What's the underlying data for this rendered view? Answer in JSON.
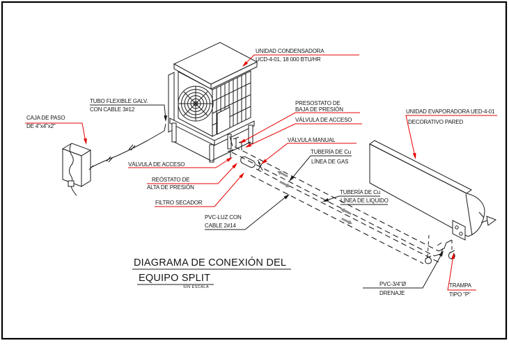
{
  "diagram": {
    "title": {
      "line1": "DIAGRAMA DE CONEXIÓN DEL",
      "line2": "EQUIPO SPLIT",
      "scale_note": "SIN ESCALA"
    },
    "labels": {
      "caja_de_paso": {
        "lines": [
          "CAJA DE PASO",
          "DE 4\"x4\"x2\""
        ]
      },
      "tubo_flexible": {
        "lines": [
          "TUBO FLEXIBLE GALV.",
          "CON CABLE 3#12"
        ]
      },
      "unidad_condensadora": {
        "lines": [
          "UNIDAD CONDENSADORA",
          "UCD-4-01, 18 000 BTU/HR"
        ]
      },
      "presostato": {
        "lines": [
          "PRESOSTATO DE",
          "BAJA DE PRESIÓN"
        ]
      },
      "valvula_acceso_derecha": {
        "lines": [
          "VÁLVULA DE ACCESO"
        ]
      },
      "valvula_manual": {
        "lines": [
          "VÁLVULA MANUAL"
        ]
      },
      "tuberia_gas": {
        "lines": [
          "TUBERÍA DE Cu",
          "LÍNEA DE GAS"
        ]
      },
      "unidad_evaporadora": {
        "lines": [
          "UNIDAD EVAPORADORA UED-4-01",
          "DECORATIVO PARED"
        ]
      },
      "valvula_acceso_izquierda": {
        "lines": [
          "VÁLVULA DE ACCESO"
        ]
      },
      "reostato": {
        "lines": [
          "REÓSTATO DE",
          "ALTA DE PRESIÓN"
        ]
      },
      "filtro_secador": {
        "lines": [
          "FILTRO SECADOR"
        ]
      },
      "pvc_luz": {
        "lines": [
          "PVC-LUZ CON",
          "CABLE 2#14"
        ]
      },
      "tuberia_liquido": {
        "lines": [
          "TUBERÍA DE Cu",
          "LÍNEA DE LIQUIDO"
        ]
      },
      "pvc_drenaje": {
        "lines": [
          "PVC-3/4\"Ø",
          "DRENAJE"
        ]
      },
      "trampa": {
        "lines": [
          "TRAMPA",
          "TIPO \"P\""
        ]
      }
    },
    "colors": {
      "leader_red": "#e60000",
      "drawing_black": "#1a1a1a",
      "flow_arrow_gray": "#8f8f8f",
      "background": "#ffffff"
    }
  }
}
